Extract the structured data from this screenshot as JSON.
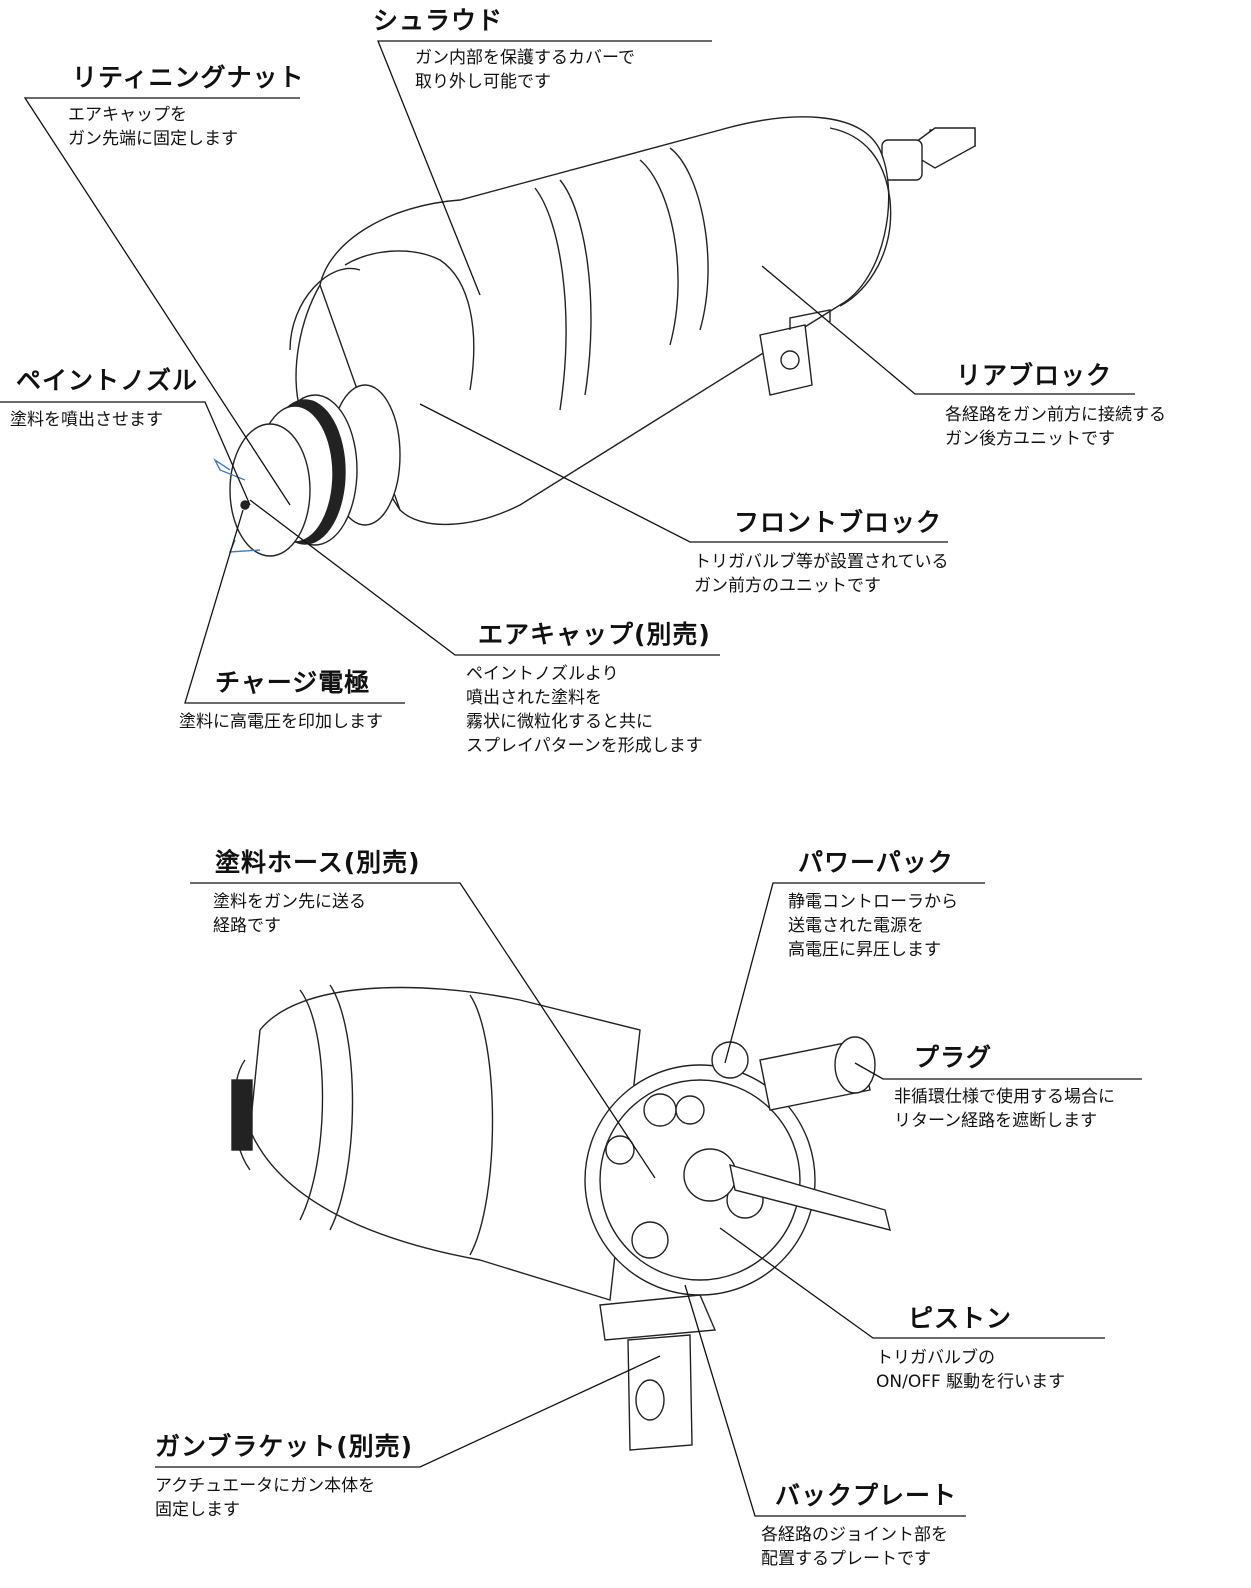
{
  "labels": [
    {
      "title": "シュラウド",
      "desc": [
        "ガン内部を保護するカバーで",
        "取り外し可能です"
      ]
    },
    {
      "title": "リティニングナット",
      "desc": [
        "エアキャップを",
        "ガン先端に固定します"
      ]
    },
    {
      "title": "ペイントノズル",
      "desc": [
        "塗料を噴出させます"
      ]
    },
    {
      "title": "リアブロック",
      "desc": [
        "各経路をガン前方に接続する",
        "ガン後方ユニットです"
      ]
    },
    {
      "title": "フロントブロック",
      "desc": [
        "トリガバルブ等が設置されている",
        "ガン前方のユニットです"
      ]
    },
    {
      "title": "エアキャップ(別売)",
      "desc": [
        "ペイントノズルより",
        "噴出された塗料を",
        "霧状に微粒化すると共に",
        "スプレイパターンを形成します"
      ]
    },
    {
      "title": "チャージ電極",
      "desc": [
        "塗料に高電圧を印加します"
      ]
    },
    {
      "title": "塗料ホース(別売)",
      "desc": [
        "塗料をガン先に送る",
        "経路です"
      ]
    },
    {
      "title": "パワーパック",
      "desc": [
        "静電コントローラから",
        "送電された電源を",
        "高電圧に昇圧します"
      ]
    },
    {
      "title": "プラグ",
      "desc": [
        "非循環仕様で使用する場合に",
        "リターン経路を遮断します"
      ]
    },
    {
      "title": "ピストン",
      "desc": [
        "トリガバルブの",
        "ON/OFF 駆動を行います"
      ]
    },
    {
      "title": "ガンブラケット(別売)",
      "desc": [
        "アクチュエータにガン本体を",
        "固定します"
      ]
    },
    {
      "title": "バックプレート",
      "desc": [
        "各経路のジョイント部を",
        "配置するプレートです"
      ]
    }
  ]
}
